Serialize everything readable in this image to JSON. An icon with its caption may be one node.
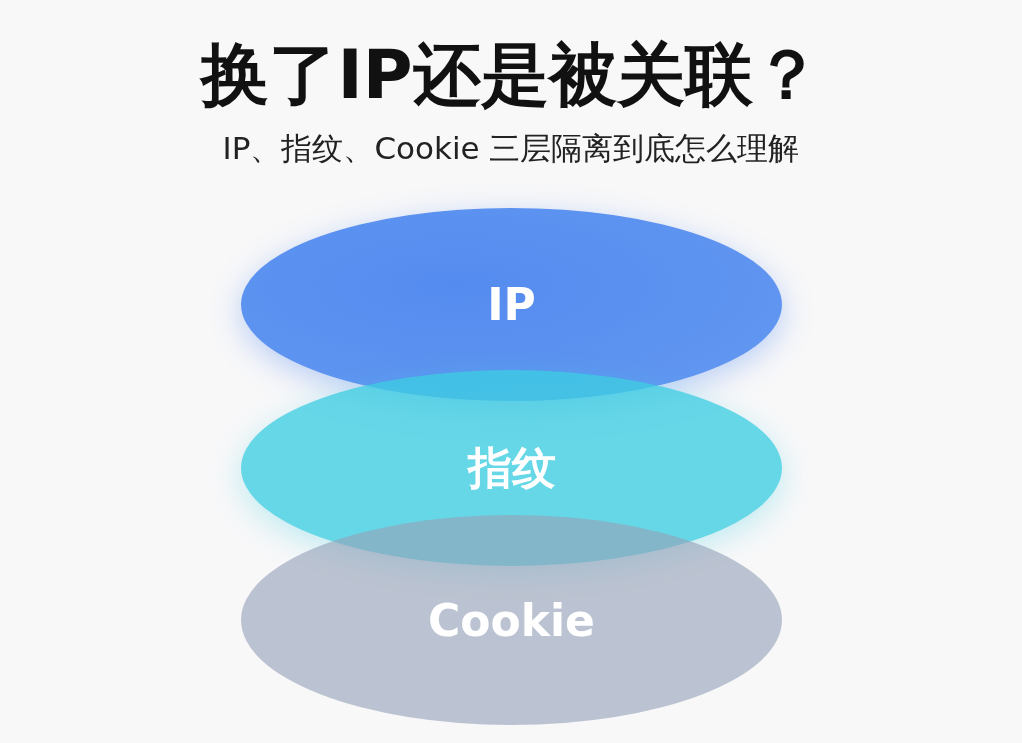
{
  "diagram": {
    "title": "换了IP还是被关联？",
    "nodes": [
      {
        "text": [
          "IP"
        ]
      },
      {
        "text": [
          "指纹"
        ]
      },
      {
        "text": [
          "Cookie"
        ]
      }
    ],
    "labels": [
      "IP、指纹、Cookie 三层隔离到底怎么理解"
    ]
  }
}
